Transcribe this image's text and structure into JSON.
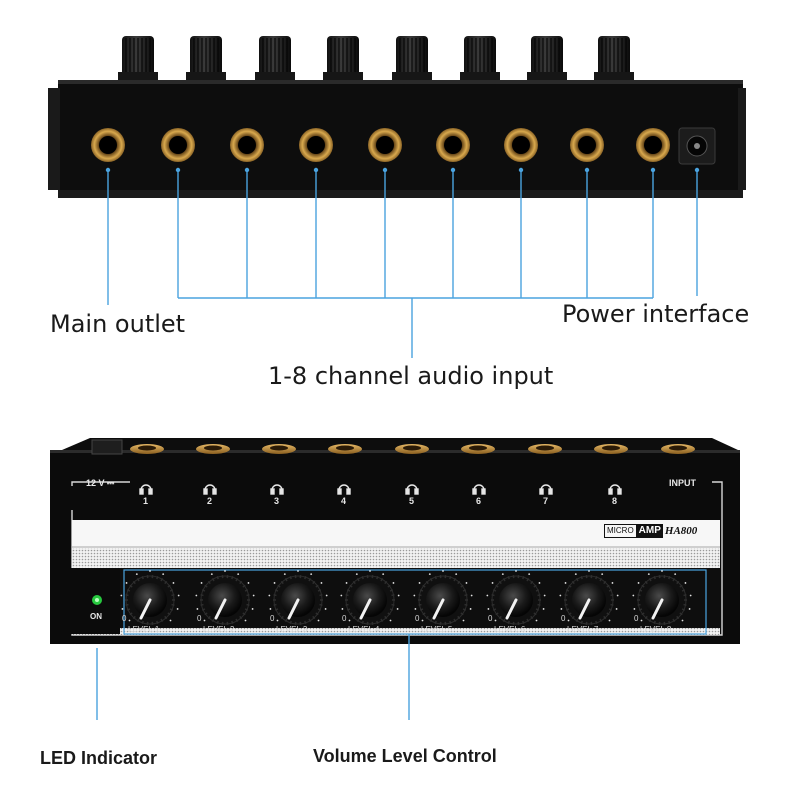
{
  "callouts": {
    "main_outlet": "Main outlet",
    "power_interface": "Power interface",
    "channel_input": "1-8 channel audio input",
    "led_indicator": "LED Indicator",
    "volume_control": "Volume Level Control"
  },
  "front_panel": {
    "power_label": "12 V ⎓",
    "input_label": "INPUT",
    "brand_micro": "MICRO",
    "brand_amp": "AMP",
    "brand_model": "HA800",
    "led_label": "ON",
    "channels": [
      "1",
      "2",
      "3",
      "4",
      "5",
      "6",
      "7",
      "8"
    ],
    "levels": [
      "LEVEL 1",
      "LEVEL 2",
      "LEVEL 3",
      "LEVEL 4",
      "LEVEL 5",
      "LEVEL 6",
      "LEVEL 7",
      "LEVEL 8"
    ],
    "knob_min": "0"
  },
  "colors": {
    "leader_line": "#4aa3df",
    "jack_gold": "#c8963c",
    "chassis": "#0d0d0d",
    "led_green": "#27c93f"
  }
}
